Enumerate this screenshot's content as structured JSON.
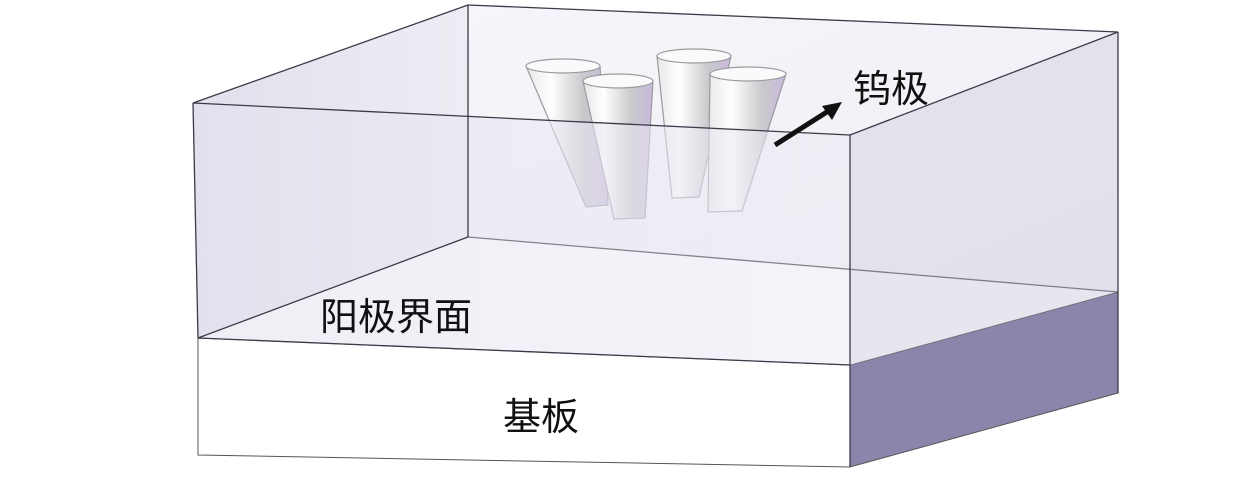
{
  "labels": {
    "tungsten_electrode": "钨极",
    "anode_interface": "阳极界面",
    "substrate": "基板"
  },
  "colors": {
    "substrate_side": "#8b84ab",
    "box_tint": "#e6e4ef",
    "edge": "#3a3a48",
    "arrow": "#111111"
  }
}
